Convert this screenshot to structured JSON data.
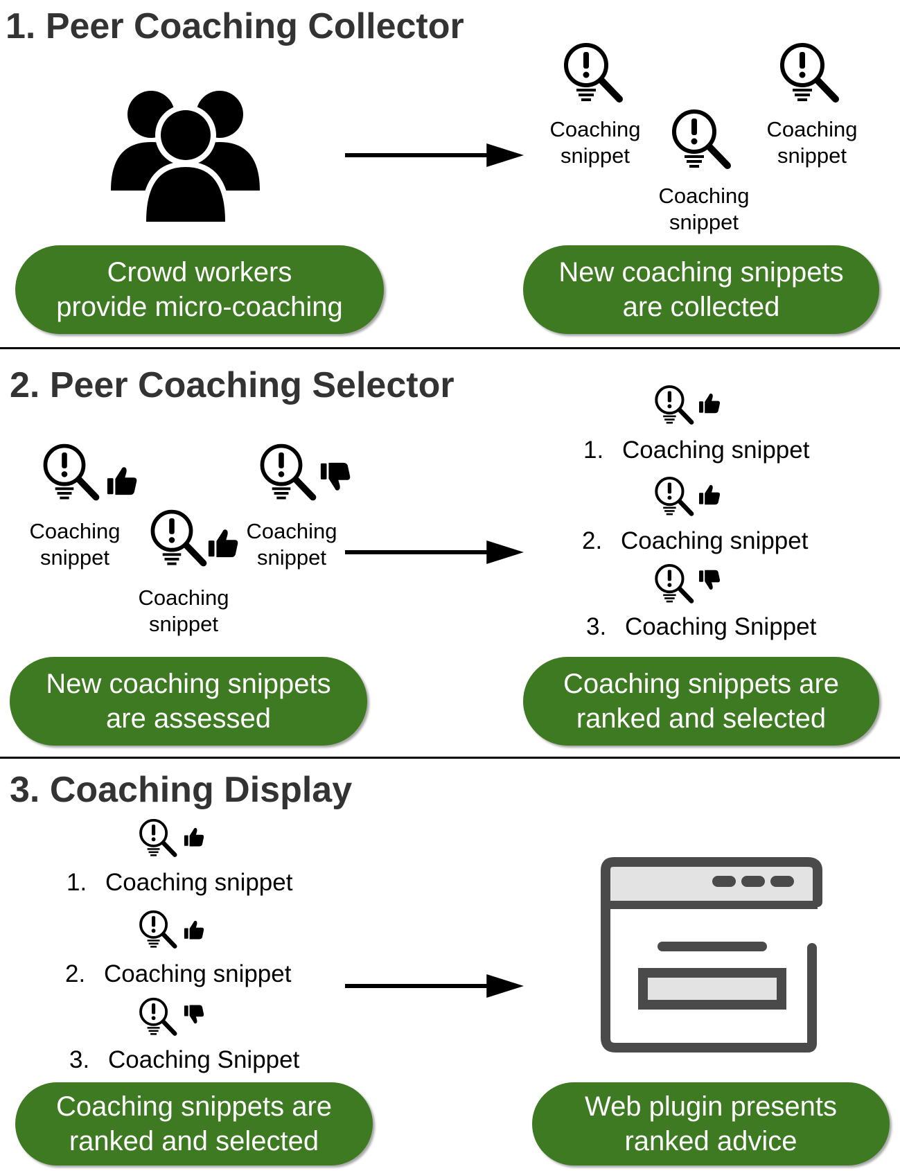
{
  "sections": [
    {
      "title": "1.  Peer Coaching Collector",
      "left_pill": [
        "Crowd workers",
        "provide micro-coaching"
      ],
      "right_pill": [
        "New coaching snippets",
        "are collected"
      ],
      "snippets": [
        {
          "label": [
            "Coaching",
            "snippet"
          ]
        },
        {
          "label": [
            "Coaching",
            "snippet"
          ]
        },
        {
          "label": [
            "Coaching",
            "snippet"
          ]
        }
      ]
    },
    {
      "title": "2. Peer Coaching Selector",
      "left_pill": [
        "New coaching snippets",
        "are assessed"
      ],
      "right_pill": [
        "Coaching snippets are",
        "ranked and selected"
      ],
      "snippets": [
        {
          "label": [
            "Coaching",
            "snippet"
          ],
          "vote": "up"
        },
        {
          "label": [
            "Coaching",
            "snippet"
          ],
          "vote": "up"
        },
        {
          "label": [
            "Coaching",
            "snippet"
          ],
          "vote": "down"
        }
      ],
      "ranked": [
        {
          "num": "1.",
          "text": "Coaching snippet",
          "vote": "up"
        },
        {
          "num": "2.",
          "text": "Coaching snippet",
          "vote": "up"
        },
        {
          "num": "3.",
          "text": "Coaching Snippet",
          "vote": "down"
        }
      ]
    },
    {
      "title": "3. Coaching Display",
      "left_pill": [
        "Coaching snippets are",
        "ranked and selected"
      ],
      "right_pill": [
        "Web plugin presents",
        "ranked advice"
      ],
      "ranked": [
        {
          "num": "1.",
          "text": "Coaching snippet",
          "vote": "up"
        },
        {
          "num": "2.",
          "text": "Coaching snippet",
          "vote": "up"
        },
        {
          "num": "3.",
          "text": "Coaching Snippet",
          "vote": "down"
        }
      ]
    }
  ],
  "colors": {
    "pill": "#3d7a21",
    "title": "#333333",
    "browser": "#4a4a4a"
  },
  "icons": {
    "crowd": "people-group-icon",
    "snippet": "magnifier-exclamation-icon",
    "up": "thumbs-up-icon",
    "down": "thumbs-down-icon",
    "browser": "browser-window-icon",
    "arrow": "arrow-right-icon"
  }
}
